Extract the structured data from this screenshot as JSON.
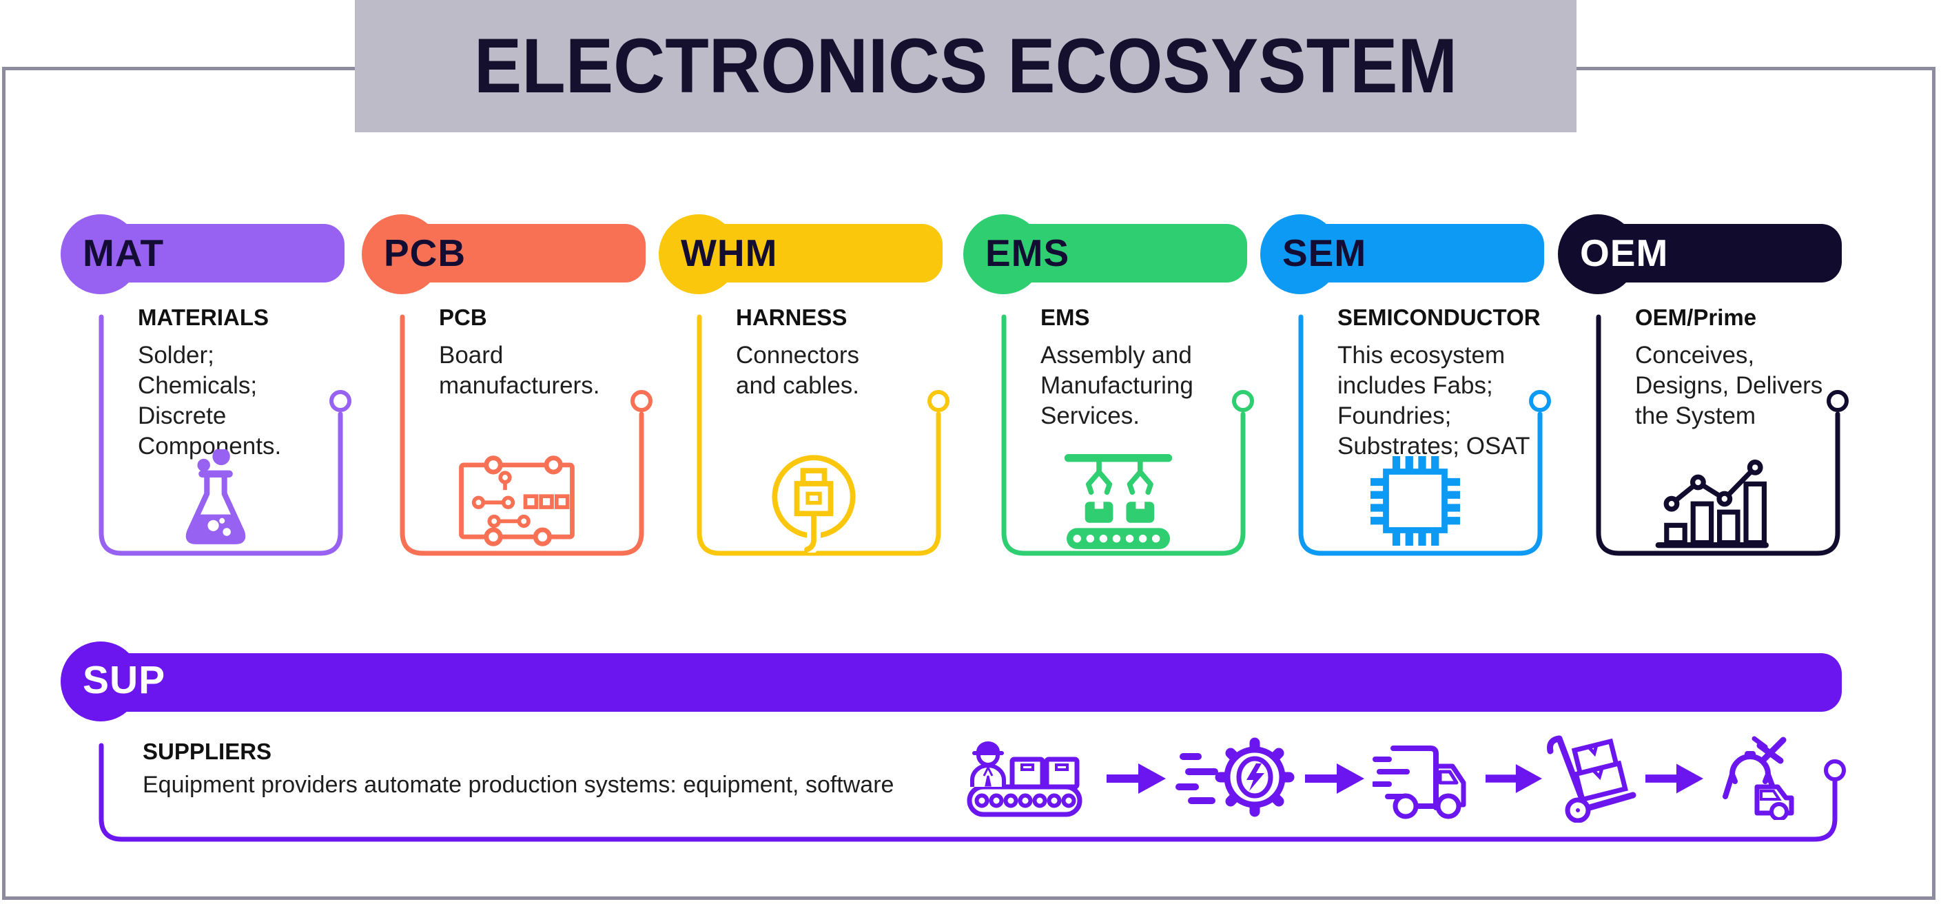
{
  "title": "ELECTRONICS ECOSYSTEM",
  "palette": {
    "frame_border": "#8D8BA0",
    "title_bg": "#BEBBC9",
    "title_text": "#16102F",
    "pill_label_dark": "#140D33",
    "heading_text": "#111111",
    "body_text": "#1e1e1e",
    "canvas_bg": "#ffffff"
  },
  "cards": [
    {
      "code": "MAT",
      "color": "#9761F1",
      "label_color": "#140D33",
      "heading": "MATERIALS",
      "body": "Solder;\nChemicals;\nDiscrete\nComponents.",
      "icon": "flask-icon"
    },
    {
      "code": "PCB",
      "color": "#F87155",
      "label_color": "#140D33",
      "heading": "PCB",
      "body": "Board\nmanufacturers.",
      "icon": "circuit-board-icon"
    },
    {
      "code": "WHM",
      "color": "#FAC70D",
      "label_color": "#140D33",
      "heading": "HARNESS",
      "body": "Connectors\nand cables.",
      "icon": "usb-connector-icon"
    },
    {
      "code": "EMS",
      "color": "#2FCE71",
      "label_color": "#140D33",
      "heading": "EMS",
      "body": "Assembly and\nManufacturing\nServices.",
      "icon": "assembly-robot-icon"
    },
    {
      "code": "SEM",
      "color": "#0D9AF4",
      "label_color": "#140D33",
      "heading": "SEMICONDUCTOR",
      "body": "This ecosystem\nincludes Fabs;\nFoundries;\nSubstrates; OSAT",
      "icon": "microchip-icon"
    },
    {
      "code": "OEM",
      "color": "#110C2E",
      "label_color": "#FFFFFF",
      "heading": "OEM/Prime",
      "body": "Conceives,\nDesigns, Delivers\nthe System",
      "icon": "growth-chart-icon"
    }
  ],
  "supplier": {
    "code": "SUP",
    "color": "#6B15EF",
    "label_color": "#FFFFFF",
    "heading": "SUPPLIERS",
    "body": "Equipment providers automate production systems: equipment, software",
    "icons": [
      "factory-worker-icon",
      "speed-gear-icon",
      "delivery-truck-icon",
      "hand-truck-icon",
      "product-delivery-icon"
    ]
  }
}
